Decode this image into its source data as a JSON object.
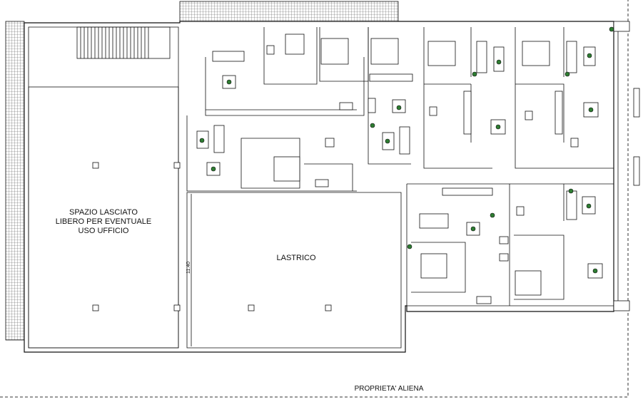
{
  "labels": {
    "open_space": [
      "SPAZIO LASCIATO",
      "LIBERO PER EVENTUALE",
      "USO UFFICIO"
    ],
    "terrace": "LASTRICO",
    "neighbor_property": "PROPRIETA' ALIENA",
    "dimension_11_40": "11.40"
  },
  "colors": {
    "walls": "#111111",
    "light_fixture": "#2e7d32",
    "background": "#ffffff"
  }
}
